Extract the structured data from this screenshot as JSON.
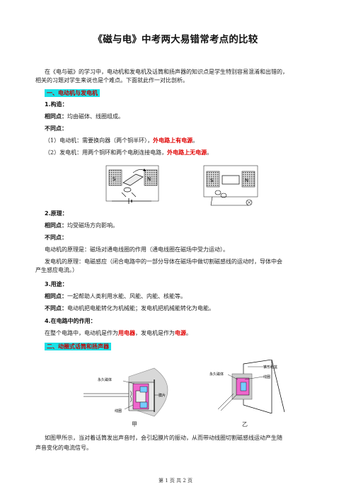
{
  "title": "《磁与电》中考两大易错常考点的比较",
  "intro": {
    "line1": "在《电与磁》的学习中，电动机和发电机及话筒和扬声器的知识点是学生特别容易混淆和出错的，",
    "line2": "相关的习题对学生来说也是个难点。下面就此作一对比剖析。"
  },
  "section1": {
    "heading": "一、电动机与发电机",
    "structure": {
      "heading": "1.构造：",
      "same_label": "相同点：",
      "same_text": "均由磁体、线圈组成。",
      "diff_label": "不同点：",
      "motor_text": "（1）电动机：需要换向器（两个铜半环），",
      "motor_red": "外电路上有电源",
      "motor_end": "。",
      "gen_text": "（2）发电机：用两个铜环和两个电刷连接电路，",
      "gen_red": "外电路上无电源",
      "gen_end": "。"
    },
    "figure": {
      "motor_s": "S",
      "motor_n": "N",
      "gen_s": "S",
      "gen_n": "N"
    },
    "principle": {
      "heading": "2.原理：",
      "same_label": "相同点：",
      "same_text": "均受磁场方向影响。",
      "diff_label": "不同点：",
      "motor_text": "电动机的原理是：磁场对通电线圈的作用（通电线圈在磁场中受力运动）。",
      "gen_line1": "发电机的原理：电磁感应（闭合电路中的一部分导体在磁场中做切割磁感线的运动时，导体中会",
      "gen_line2": "产生感应电流。）"
    },
    "usage": {
      "heading": "3.用途：",
      "same_label": "相同点：",
      "same_text": "一起帮助人类利用水能、风能、内能、核能等。",
      "diff_label": "不同点：",
      "diff_text": "电动机把电能转化为机械能；发电机把机械能转化为电能。"
    },
    "role": {
      "heading": "4.在电路中的作用：",
      "text1": "在整个电路中，电动机是作为",
      "red1": "用电器",
      "text2": "，发电机是作为",
      "red2": "电源",
      "text3": "。"
    }
  },
  "section2": {
    "heading": "二、动圈式话筒和扬声器",
    "fig_a": {
      "label_magnet": "永久磁体",
      "label_membrane": "膜片",
      "label_coil": "线圈",
      "caption": "甲"
    },
    "fig_b": {
      "label_cone": "锥形纸盆",
      "label_magnet": "永久磁体",
      "label_coil": "线圈",
      "caption": "乙"
    },
    "text_line1": "如图甲所示，当对着话筒发出声音时，会引起膜片的振动，从而带动线圈切割磁感线运动产生随",
    "text_line2": "声音变化的电流信号。"
  },
  "footer": "第 1 页 共 2 页"
}
